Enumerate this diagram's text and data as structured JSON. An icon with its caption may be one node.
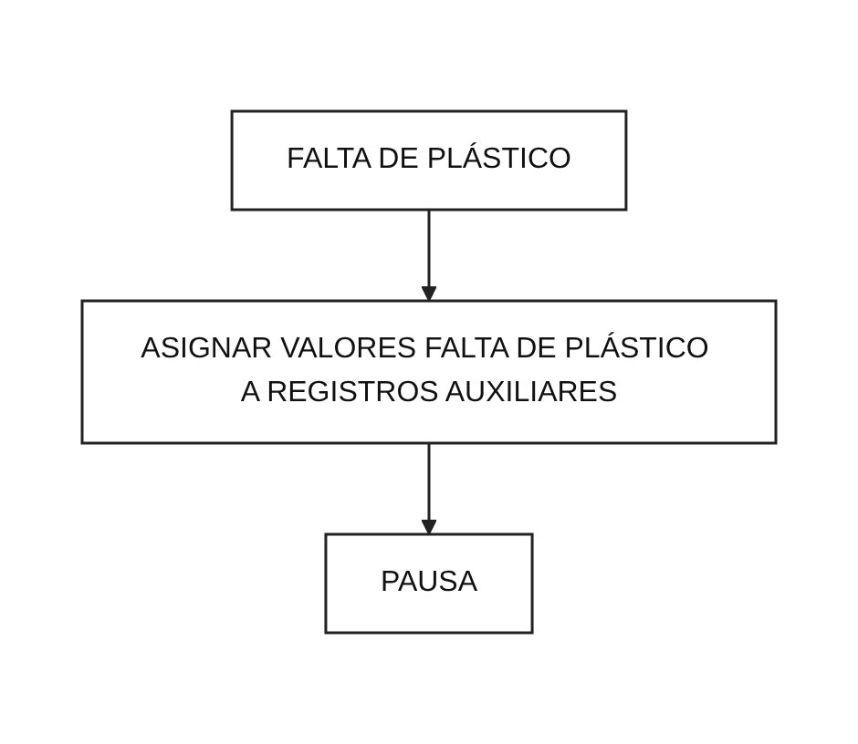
{
  "diagram": {
    "nodes": [
      {
        "text": [
          "FALTA DE PLÁSTICO"
        ]
      },
      {
        "text": [
          "ASIGNAR VALORES FALTA DE PLÁSTICO A REGISTROS AUXILIARES"
        ]
      },
      {
        "text": [
          "PAUSA"
        ]
      }
    ],
    "edges": [
      {
        "from": 0,
        "to": 1,
        "arrow": "to"
      },
      {
        "from": 1,
        "to": 2,
        "arrow": "to"
      }
    ]
  }
}
